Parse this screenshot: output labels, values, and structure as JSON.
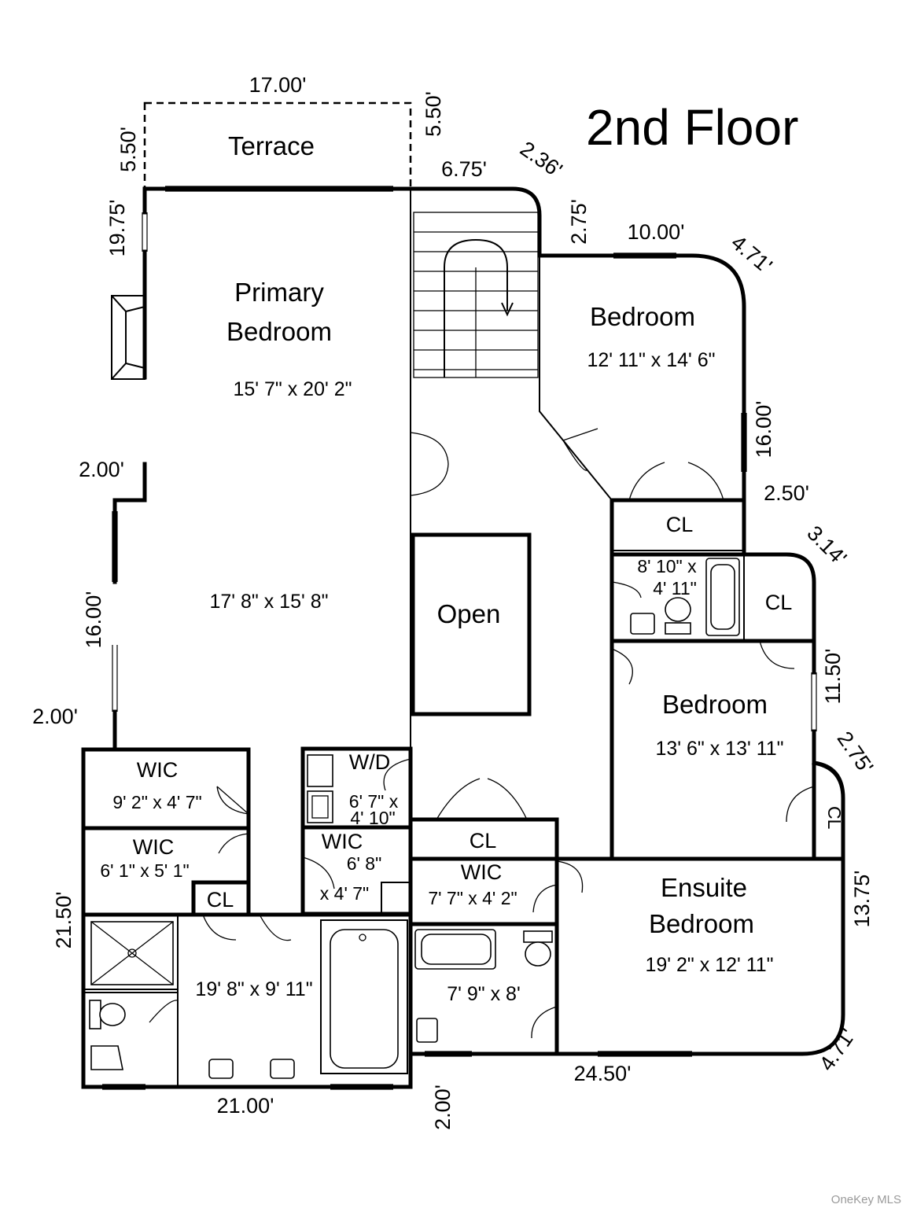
{
  "title": "2nd Floor",
  "watermark": "OneKey MLS",
  "rooms": {
    "terrace": "Terrace",
    "primary_bedroom_line1": "Primary",
    "primary_bedroom_line2": "Bedroom",
    "primary_bedroom_size": "15' 7\" x 20' 2\"",
    "primary_sitting_size": "17' 8\" x 15' 8\"",
    "open": "Open",
    "bedroom_ne_label": "Bedroom",
    "bedroom_ne_size": "12' 11\" x 14' 6\"",
    "cl_ne": "CL",
    "bath_mid_size_line1": "8' 10\" x",
    "bath_mid_size_line2": "4' 11\"",
    "cl_e": "CL",
    "bedroom_e_label": "Bedroom",
    "bedroom_e_size": "13' 6\" x 13' 11\"",
    "cl_e_small": "CL",
    "ensuite_line1": "Ensuite",
    "ensuite_line2": "Bedroom",
    "ensuite_size": "19' 2\" x 12' 11\"",
    "wic1_label": "WIC",
    "wic1_size": "9' 2\" x 4' 7\"",
    "wic2_label": "WIC",
    "wic2_size": "6' 1\" x 5' 1\"",
    "cl_sw": "CL",
    "wd_label": "W/D",
    "wd_size_line1": "6' 7\" x",
    "wd_size_line2": "4' 10\"",
    "wic3_label": "WIC",
    "wic3_size_line1": "6' 8\"",
    "wic3_size_line2": "x 4' 7\"",
    "cl_hall": "CL",
    "wic4_label": "WIC",
    "wic4_size": "7' 7\" x 4' 2\"",
    "primary_bath_size": "19' 8\" x 9' 11\"",
    "bath_s_size": "7' 9\" x 8'"
  },
  "dimensions": {
    "terrace_width": "17.00'",
    "terrace_left": "5.50'",
    "terrace_right": "5.50'",
    "north_6_75": "6.75'",
    "corner_2_36": "2.36'",
    "jog_2_75": "2.75'",
    "north_10_00": "10.00'",
    "corner_ne_4_71": "4.71'",
    "east_16_00": "16.00'",
    "east_2_50": "2.50'",
    "corner_3_14": "3.14'",
    "east_11_50": "11.50'",
    "east_2_75": "2.75'",
    "east_13_75": "13.75'",
    "corner_se_4_71": "4.71'",
    "south_24_50": "24.50'",
    "south_2_00": "2.00'",
    "south_21_00": "21.00'",
    "west_21_50": "21.50'",
    "west_2_00_lower": "2.00'",
    "west_16_00": "16.00'",
    "west_2_00_upper": "2.00'",
    "west_19_75": "19.75'"
  }
}
